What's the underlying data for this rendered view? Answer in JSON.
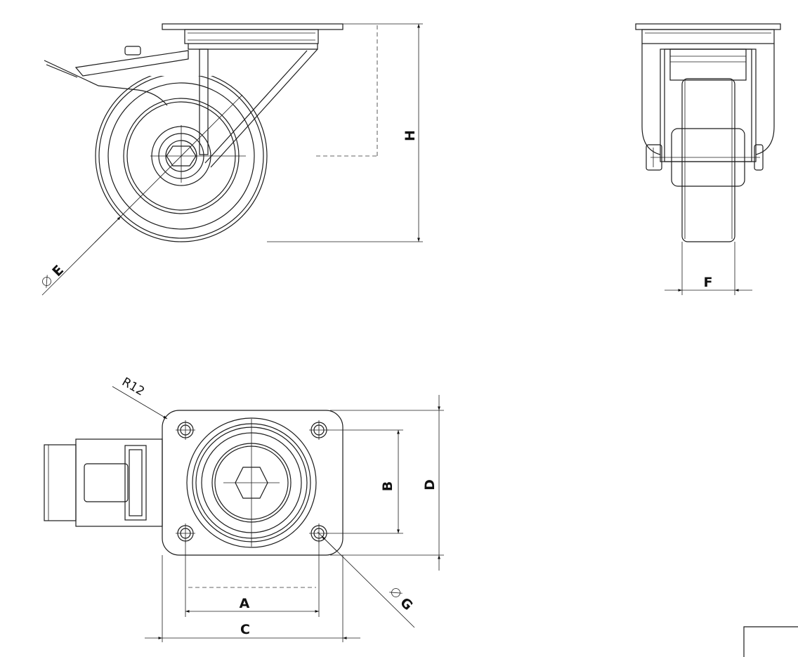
{
  "diagram": {
    "dimensions": {
      "height": "H",
      "wheel_diameter": "E",
      "wheel_width": "F",
      "hole_spacing_x": "A",
      "hole_spacing_y": "B",
      "plate_length": "C",
      "plate_width": "D",
      "hole_diameter": "G",
      "corner_radius": "R12"
    },
    "colors": {
      "line": "#1c1c1c",
      "background": "#ffffff"
    }
  }
}
